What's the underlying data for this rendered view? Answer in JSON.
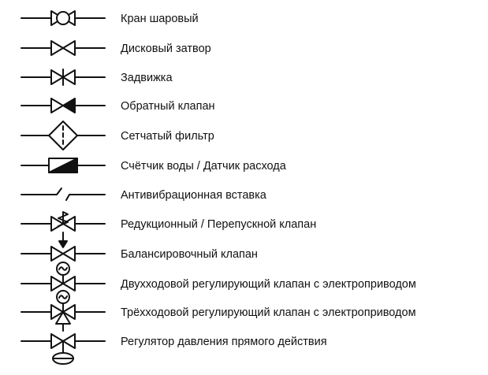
{
  "legend": {
    "items": [
      {
        "symbol": "ball-valve-icon",
        "label": "Кран шаровый"
      },
      {
        "symbol": "butterfly-valve-icon",
        "label": "Дисковый затвор"
      },
      {
        "symbol": "gate-valve-icon",
        "label": "Задвижка"
      },
      {
        "symbol": "check-valve-icon",
        "label": "Обратный клапан"
      },
      {
        "symbol": "strainer-icon",
        "label": "Сетчатый фильтр"
      },
      {
        "symbol": "water-meter-icon",
        "label": "Счётчик воды / Датчик расхода"
      },
      {
        "symbol": "anti-vibration-insert-icon",
        "label": "Антивибрационная вставка"
      },
      {
        "symbol": "pressure-reducing-valve-icon",
        "label": "Редукционный / Перепускной клапан"
      },
      {
        "symbol": "balancing-valve-icon",
        "label": "Балансировочный клапан"
      },
      {
        "symbol": "two-way-motorized-valve-icon",
        "label": "Двухходовой регулирующий клапан с электроприводом"
      },
      {
        "symbol": "three-way-motorized-valve-icon",
        "label": "Трёхходовой регулирующий клапан с электроприводом"
      },
      {
        "symbol": "pressure-regulator-icon",
        "label": "Регулятор давления прямого действия"
      }
    ]
  }
}
